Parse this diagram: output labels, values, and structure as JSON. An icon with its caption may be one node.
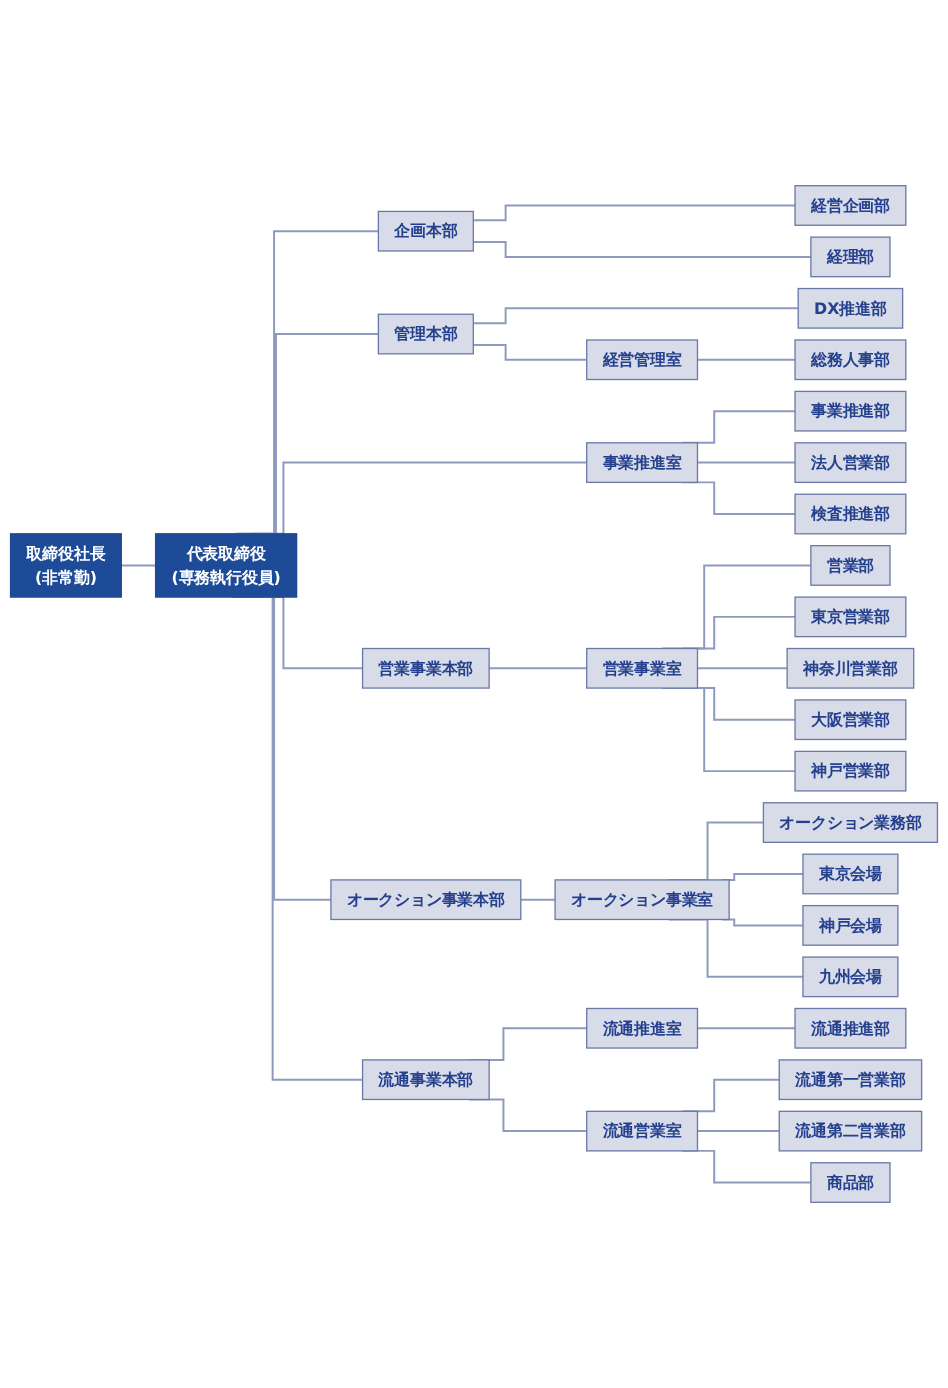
{
  "diagram": {
    "nodes": [
      {
        "text": [
          "取締役社長",
          "(非常勤)"
        ]
      },
      {
        "text": [
          "代表取締役",
          "(専務執行役員)"
        ]
      },
      {
        "text": [
          "企画本部"
        ]
      },
      {
        "text": [
          "経営企画部"
        ]
      },
      {
        "text": [
          "経理部"
        ]
      },
      {
        "text": [
          "管理本部"
        ]
      },
      {
        "text": [
          "DX推進部"
        ]
      },
      {
        "text": [
          "経営管理室"
        ]
      },
      {
        "text": [
          "総務人事部"
        ]
      },
      {
        "text": [
          "事業推進室"
        ]
      },
      {
        "text": [
          "事業推進部"
        ]
      },
      {
        "text": [
          "法人営業部"
        ]
      },
      {
        "text": [
          "検査推進部"
        ]
      },
      {
        "text": [
          "営業事業本部"
        ]
      },
      {
        "text": [
          "営業事業室"
        ]
      },
      {
        "text": [
          "営業部"
        ]
      },
      {
        "text": [
          "東京営業部"
        ]
      },
      {
        "text": [
          "神奈川営業部"
        ]
      },
      {
        "text": [
          "大阪営業部"
        ]
      },
      {
        "text": [
          "神戸営業部"
        ]
      },
      {
        "text": [
          "オークション事業本部"
        ]
      },
      {
        "text": [
          "オークション事業室"
        ]
      },
      {
        "text": [
          "オークション業務部"
        ]
      },
      {
        "text": [
          "東京会場"
        ]
      },
      {
        "text": [
          "神戸会場"
        ]
      },
      {
        "text": [
          "九州会場"
        ]
      },
      {
        "text": [
          "流通事業本部"
        ]
      },
      {
        "text": [
          "流通推進室"
        ]
      },
      {
        "text": [
          "流通推進部"
        ]
      },
      {
        "text": [
          "流通営業室"
        ]
      },
      {
        "text": [
          "流通第一営業部"
        ]
      },
      {
        "text": [
          "流通第二営業部"
        ]
      },
      {
        "text": [
          "商品部"
        ]
      }
    ],
    "edges": [
      {
        "from": 0,
        "to": 1,
        "arrow": "none"
      },
      {
        "from": 1,
        "to": 2,
        "arrow": "none"
      },
      {
        "from": 1,
        "to": 5,
        "arrow": "none"
      },
      {
        "from": 1,
        "to": 9,
        "arrow": "none"
      },
      {
        "from": 1,
        "to": 13,
        "arrow": "none"
      },
      {
        "from": 1,
        "to": 20,
        "arrow": "none"
      },
      {
        "from": 1,
        "to": 26,
        "arrow": "none"
      },
      {
        "from": 2,
        "to": 3,
        "arrow": "none"
      },
      {
        "from": 2,
        "to": 4,
        "arrow": "none"
      },
      {
        "from": 5,
        "to": 6,
        "arrow": "none"
      },
      {
        "from": 5,
        "to": 7,
        "arrow": "none"
      },
      {
        "from": 7,
        "to": 8,
        "arrow": "none"
      },
      {
        "from": 9,
        "to": 10,
        "arrow": "none"
      },
      {
        "from": 9,
        "to": 11,
        "arrow": "none"
      },
      {
        "from": 9,
        "to": 12,
        "arrow": "none"
      },
      {
        "from": 13,
        "to": 14,
        "arrow": "none"
      },
      {
        "from": 14,
        "to": 15,
        "arrow": "none"
      },
      {
        "from": 14,
        "to": 16,
        "arrow": "none"
      },
      {
        "from": 14,
        "to": 17,
        "arrow": "none"
      },
      {
        "from": 14,
        "to": 18,
        "arrow": "none"
      },
      {
        "from": 14,
        "to": 19,
        "arrow": "none"
      },
      {
        "from": 20,
        "to": 21,
        "arrow": "none"
      },
      {
        "from": 21,
        "to": 22,
        "arrow": "none"
      },
      {
        "from": 21,
        "to": 23,
        "arrow": "none"
      },
      {
        "from": 21,
        "to": 24,
        "arrow": "none"
      },
      {
        "from": 21,
        "to": 25,
        "arrow": "none"
      },
      {
        "from": 26,
        "to": 27,
        "arrow": "none"
      },
      {
        "from": 26,
        "to": 29,
        "arrow": "none"
      },
      {
        "from": 27,
        "to": 28,
        "arrow": "none"
      },
      {
        "from": 29,
        "to": 30,
        "arrow": "none"
      },
      {
        "from": 29,
        "to": 31,
        "arrow": "none"
      },
      {
        "from": 29,
        "to": 32,
        "arrow": "none"
      }
    ]
  }
}
